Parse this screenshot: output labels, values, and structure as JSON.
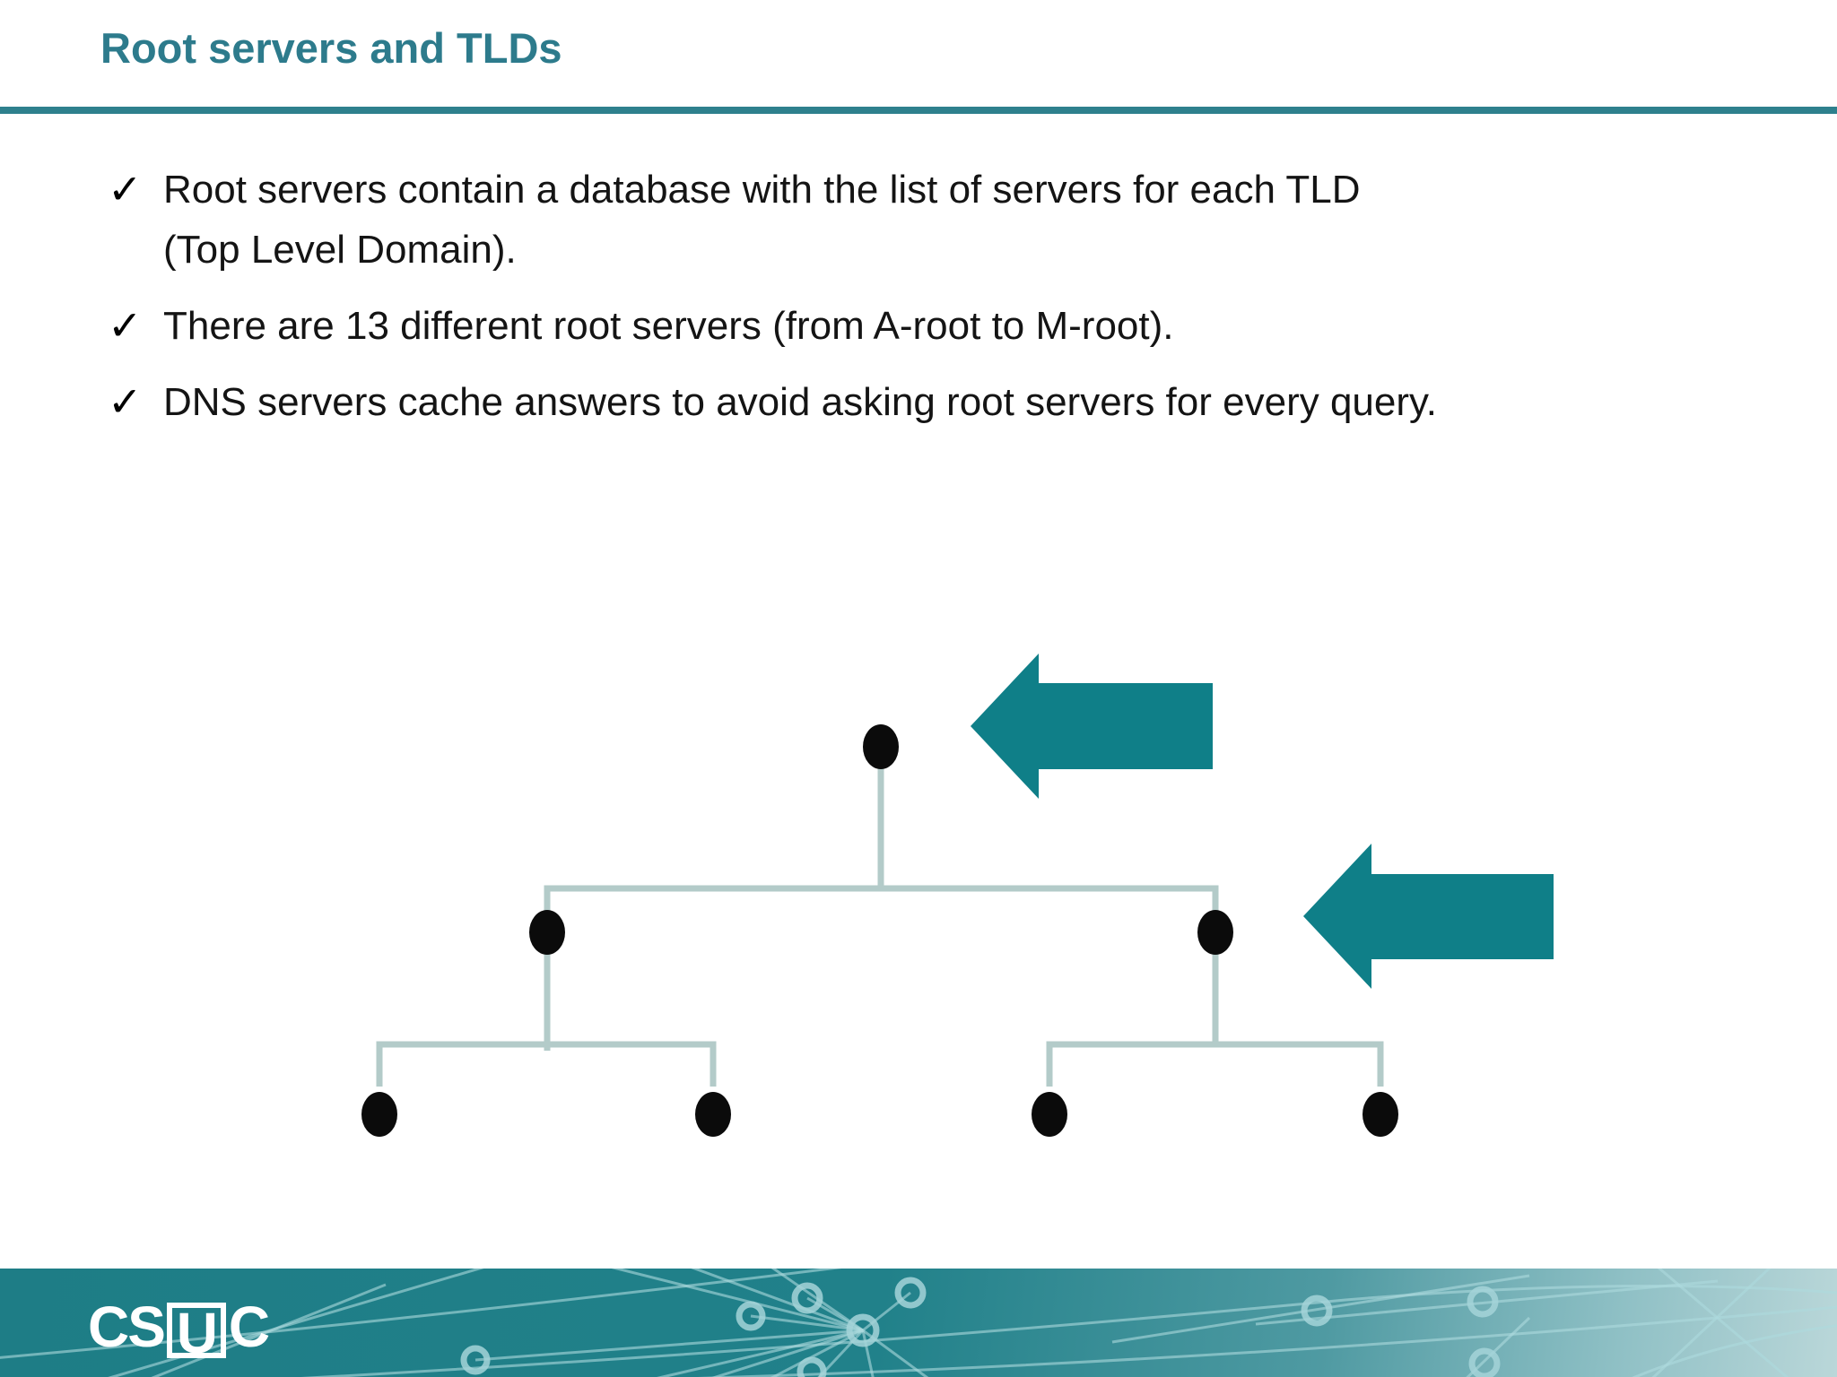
{
  "slide": {
    "title": "Root servers and TLDs",
    "bullet_marker": "✓",
    "bullets": [
      "Root servers contain a database with the list of servers for each TLD (Top Level Domain).",
      "There are 13 different root servers (from A-root to M-root).",
      "DNS servers cache answers to avoid asking root servers for every query."
    ],
    "diagram": {
      "type": "tree",
      "levels": [
        1,
        2,
        4
      ],
      "node_style": "black-dot",
      "arrows": [
        {
          "name": "arrow-pointing-to-root-node",
          "direction": "left"
        },
        {
          "name": "arrow-pointing-to-tld-node",
          "direction": "left"
        }
      ]
    },
    "footer": {
      "logo_pre": "CS",
      "logo_boxed": "U",
      "logo_post": "C"
    },
    "colors": {
      "title_teal": "#2d7b8c",
      "rule_teal": "#2e808d",
      "arrow_teal": "#0f7f88",
      "tree_line": "#b3cbc9",
      "node_black": "#0b0b0b",
      "footer_teal_start": "#1e7d86",
      "footer_teal_end": "#bad7d9"
    }
  }
}
